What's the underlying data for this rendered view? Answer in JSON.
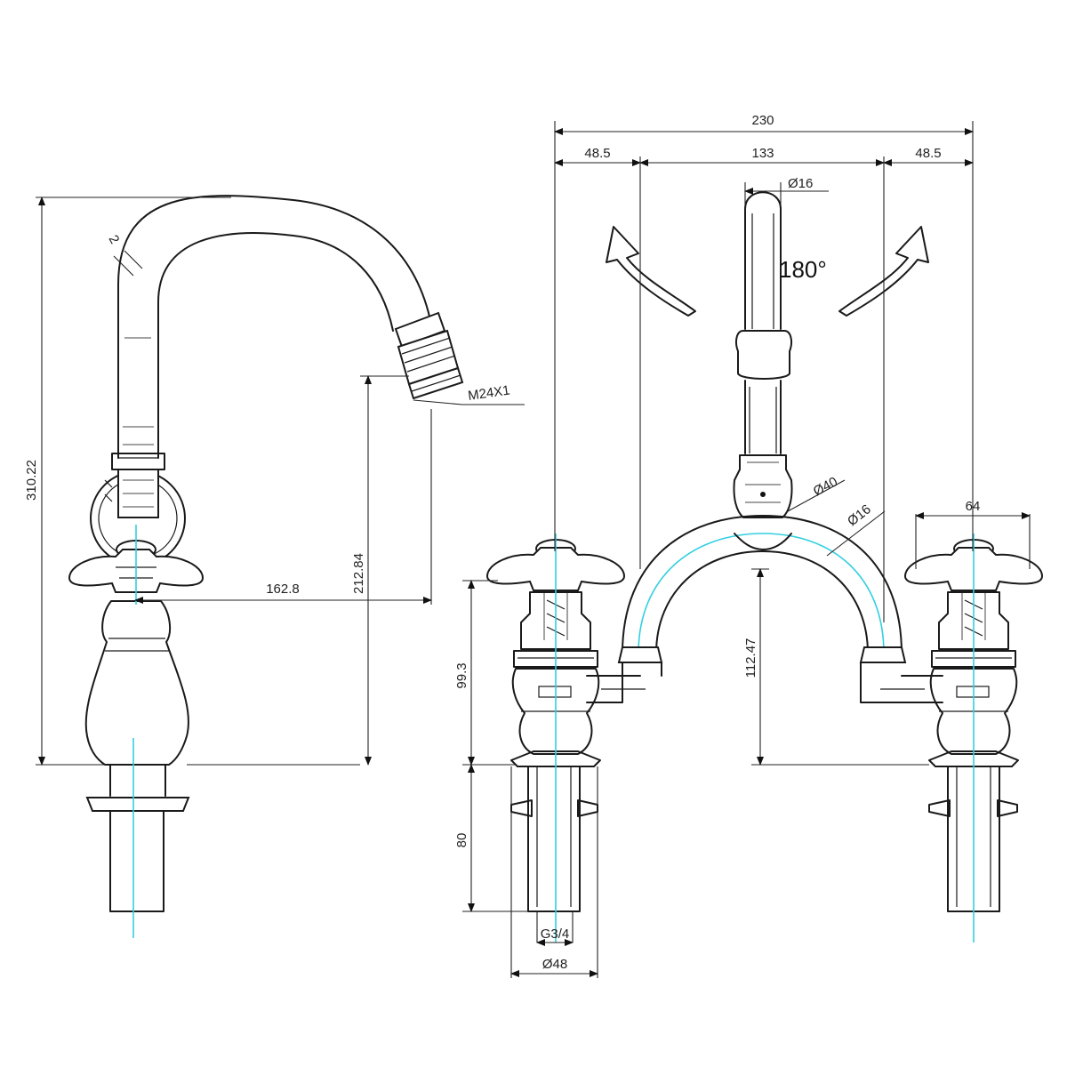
{
  "dimensions": {
    "total_height": "310.22",
    "spout_height": "212.84",
    "spout_reach": "162.8",
    "aerator_thread": "M24X1",
    "spout_mark": "2",
    "overall_width": "230",
    "side_left": "48.5",
    "centers": "133",
    "side_right": "48.5",
    "spout_dia": "Ø16",
    "rotation": "180°",
    "bridge_dia": "Ø40",
    "tube_dia": "Ø16",
    "handle_width": "64",
    "valve_height": "99.3",
    "bridge_height": "112.47",
    "shank_length": "80",
    "thread": "G3/4",
    "base_dia": "Ø48"
  },
  "colors": {
    "line": "#1a1a1a",
    "centerline": "#33cfe0",
    "background": "#ffffff"
  }
}
